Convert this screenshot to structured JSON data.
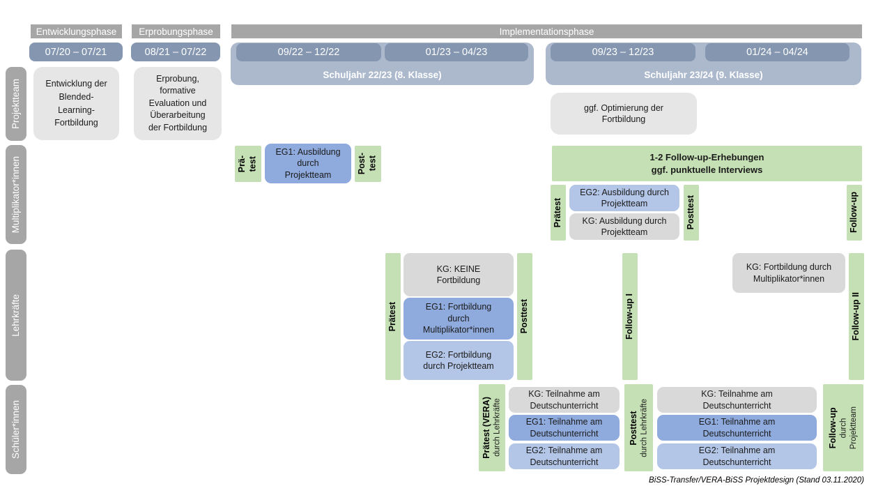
{
  "colors": {
    "phase_gray": "#A6A6A6",
    "date_blue": "#8496B0",
    "schoolyear_band_blue": "#ACB9CD",
    "green": "#C5E0B4",
    "eg1_blue": "#8FAADC",
    "eg2_blue": "#B4C6E7",
    "kg_gray": "#D9D9D9",
    "light_gray_box": "#E7E6E6"
  },
  "phases": {
    "development": "Entwicklungsphase",
    "testing": "Erprobungsphase",
    "implementation": "Implementationsphase"
  },
  "dates": [
    "07/20 – 07/21",
    "08/21 – 07/22",
    "09/22 – 12/22",
    "01/23 – 04/23",
    "09/23 – 12/23",
    "01/24 – 04/24"
  ],
  "school_years": [
    "Schuljahr 22/23 (8. Klasse)",
    "Schuljahr 23/24 (9. Klasse)"
  ],
  "row_labels": [
    "Projektteam",
    "Multiplikator*innen",
    "Lehrkräfte",
    "Schüler*innen"
  ],
  "projektteam_row": {
    "development_box": "Entwicklung der\nBlended-\nLearning-\nFortbildung",
    "testing_box": "Erprobung,\nformative\nEvaluation und\nÜberarbeitung\nder Fortbildung",
    "optimization_box": "ggf. Optimierung der\nFortbildung"
  },
  "multiplikator_row": {
    "pretest": "Prä-\ntest",
    "eg1_box": "EG1: Ausbildung\ndurch\nProjektteam",
    "posttest": "Post-\ntest",
    "followup_survey_box": "1-2 Follow-up-Erhebungen\nggf. punktuelle Interviews",
    "praetest": "Prätest",
    "eg2_box": "EG2: Ausbildung durch\nProjektteam",
    "kg_box": "KG: Ausbildung durch\nProjektteam",
    "posttest2": "Posttest",
    "followup": "Follow-up"
  },
  "lehrkraefte_row": {
    "praetest": "Prätest",
    "kg_box": "KG: KEINE\nFortbildung",
    "eg1_box": "EG1: Fortbildung\ndurch\nMultiplikator*innen",
    "eg2_box": "EG2: Fortbildung\ndurch Projektteam",
    "posttest": "Posttest",
    "followup1": "Follow-up I",
    "kg2_box": "KG: Fortbildung durch\nMultiplikator*innen",
    "followup2": "Follow-up II"
  },
  "schueler_row": {
    "praetest_main": "Prätest (VERA)",
    "praetest_sub": "durch  Lehrkräfte",
    "kg_box_1": "KG: Teilnahme am\nDeutschunterricht",
    "eg1_box_1": "EG1: Teilnahme am\nDeutschunterricht",
    "eg2_box_1": "EG2: Teilnahme am\nDeutschunterricht",
    "posttest_main": "Posttest",
    "posttest_sub": "durch  Lehrkräfte",
    "kg_box_2": "KG: Teilnahme am\nDeutschunterricht",
    "eg1_box_2": "EG1: Teilnahme am\nDeutschunterricht",
    "eg2_box_2": "EG2: Teilnahme am\nDeutschunterricht",
    "followup_main": "Follow-up",
    "followup_sub1": "durch",
    "followup_sub2": "Projektteam"
  },
  "caption": "BiSS-Transfer/VERA-BiSS Projektdesign (Stand 03.11.2020)"
}
